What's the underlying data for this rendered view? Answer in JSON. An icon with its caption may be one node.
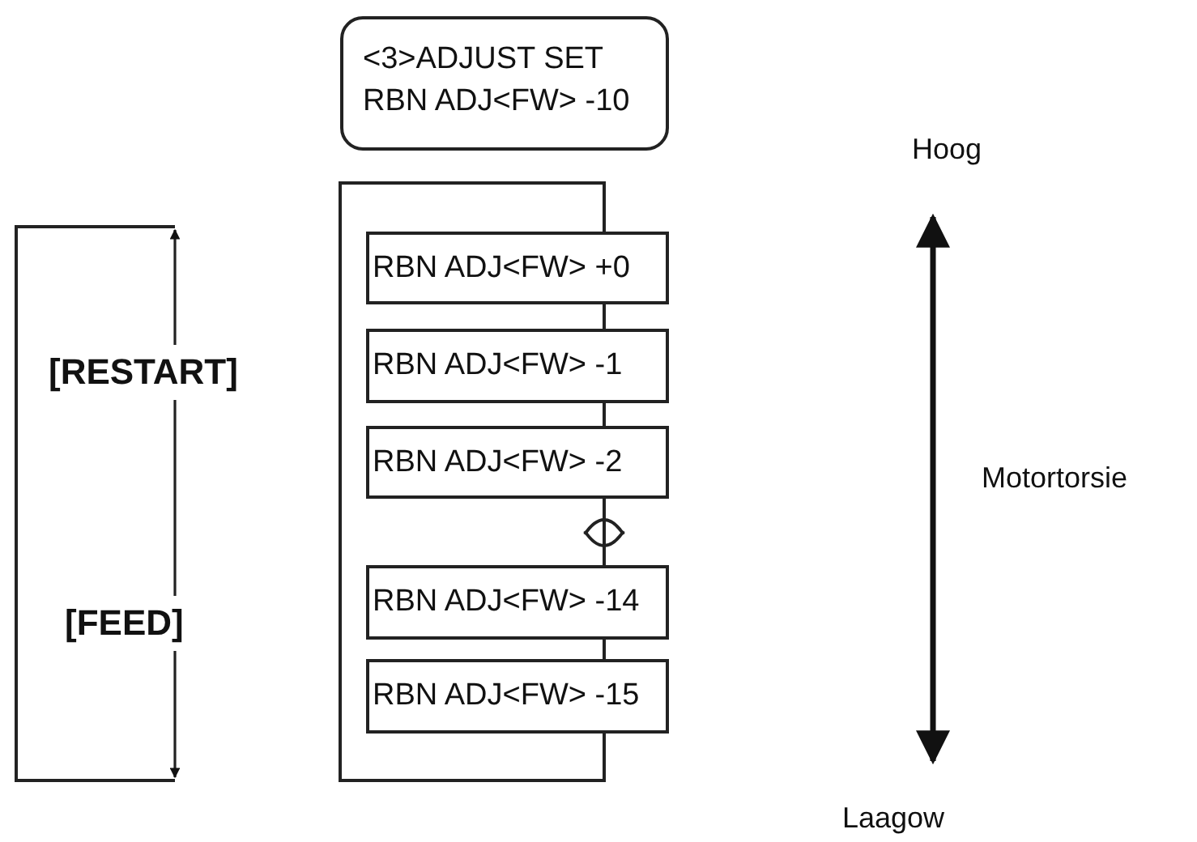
{
  "diagram": {
    "nodes": [
      {
        "text": [
          "<3>ADJUST SET",
          "RBN ADJ<FW> -10"
        ]
      },
      {
        "text": [
          "RBN ADJ<FW> +0"
        ]
      },
      {
        "text": [
          "RBN ADJ<FW> -1"
        ]
      },
      {
        "text": [
          "RBN ADJ<FW> -2"
        ]
      },
      {
        "text": [
          "RBN ADJ<FW> -14"
        ]
      },
      {
        "text": [
          "RBN ADJ<FW> -15"
        ]
      }
    ],
    "edges": [
      {
        "from": 1,
        "to": 2,
        "arrow": "none"
      },
      {
        "from": 2,
        "to": 3,
        "arrow": "none"
      },
      {
        "from": 3,
        "to": 4,
        "arrow": "none"
      },
      {
        "from": 4,
        "to": 5,
        "arrow": "none"
      },
      {
        "from": 5,
        "to": 1,
        "arrow": "none"
      }
    ],
    "labels": [
      "[RESTART]",
      "[FEED]",
      "Hoog",
      "Motortorsie",
      "Laagow"
    ]
  }
}
